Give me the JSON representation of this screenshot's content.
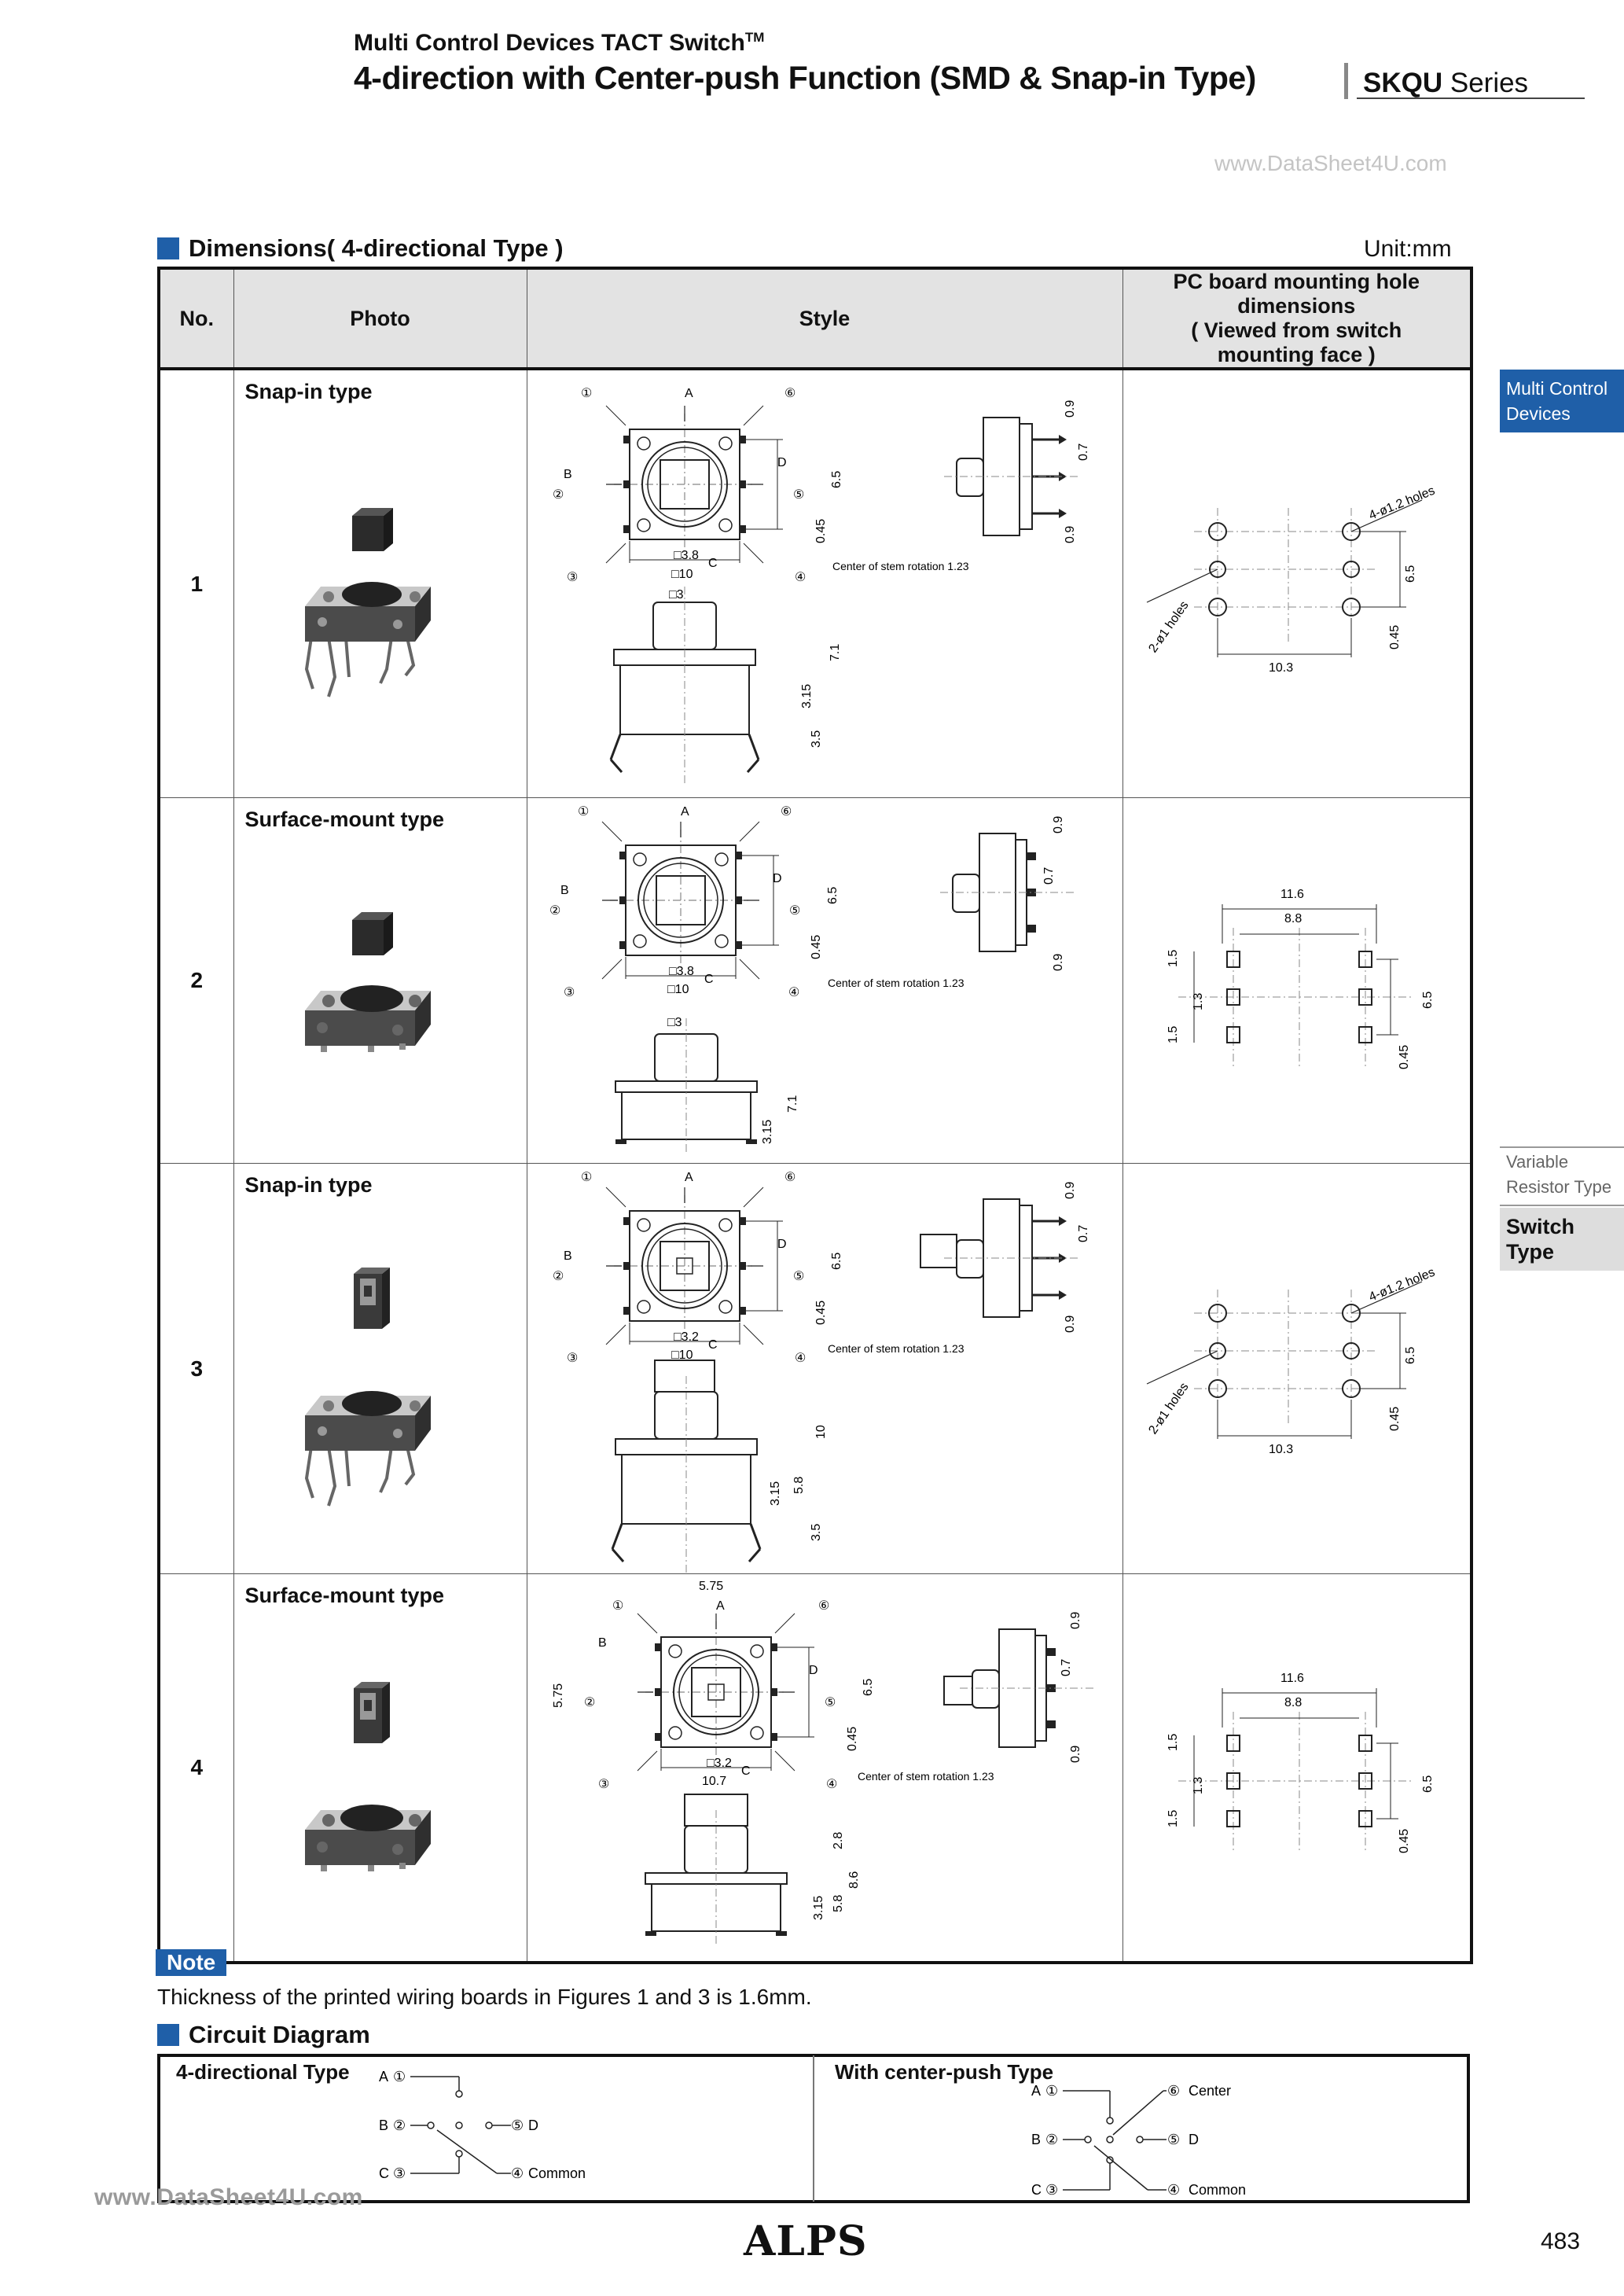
{
  "header": {
    "subtitle": "Multi Control Devices  TACT Switch",
    "tm": "TM",
    "title": "4-direction with Center-push Function (SMD & Snap-in Type)",
    "series_code": "SKQU",
    "series_word": " Series"
  },
  "watermark_top": "www.DataSheet4U.com",
  "dimensions": {
    "title": "Dimensions( 4-directional Type )",
    "unit": "Unit:mm",
    "columns": {
      "no": "No.",
      "photo": "Photo",
      "style": "Style",
      "pcb": [
        "PC board mounting hole dimensions",
        "( Viewed from switch",
        "mounting face )"
      ]
    },
    "rows": [
      {
        "no": "1",
        "type": "Snap-in type"
      },
      {
        "no": "2",
        "type": "Surface-mount type"
      },
      {
        "no": "3",
        "type": "Snap-in type"
      },
      {
        "no": "4",
        "type": "Surface-mount type"
      }
    ],
    "labels": {
      "n1": "①",
      "n2": "②",
      "n3": "③",
      "n4": "④",
      "n5": "⑤",
      "n6": "⑥",
      "A": "A",
      "B": "B",
      "C": "C",
      "D": "D",
      "d38": "□3.8",
      "d32": "□3.2",
      "d10": "□10",
      "d107": "10.7",
      "d3": "□3",
      "d575": "5.75",
      "v09": "0.9",
      "v07": "0.7",
      "v65": "6.5",
      "v045": "0.45",
      "v71": "7.1",
      "v315": "3.15",
      "v35": "3.5",
      "v10": "10",
      "v58": "5.8",
      "v28": "2.8",
      "v86": "8.6",
      "stem": "Center of stem rotation   1.23",
      "h4": "4-ø1.2 holes",
      "h2": "2-ø1 holes",
      "p103": "10.3",
      "w116": "11.6",
      "w88": "8.8",
      "v15": "1.5",
      "v13": "1.3"
    }
  },
  "side_tabs": {
    "mcd": [
      "Multi Control",
      "Devices"
    ],
    "vr": [
      "Variable",
      "Resistor Type"
    ],
    "st": [
      "Switch",
      "Type"
    ]
  },
  "note": {
    "badge": "Note",
    "text": "Thickness of the printed wiring boards in Figures 1 and 3 is 1.6mm."
  },
  "circuit": {
    "title": "Circuit Diagram",
    "left_title": "4-directional Type",
    "right_title": "With center-push Type",
    "labels": {
      "A": "A",
      "B": "B",
      "C": "C",
      "D": "D",
      "Common": "Common",
      "Center": "Center",
      "n1": "①",
      "n2": "②",
      "n3": "③",
      "n4": "④",
      "n5": "⑤",
      "n6": "⑥"
    }
  },
  "watermark_bottom": "www.DataSheet4U.com",
  "footer": {
    "logo": "ALPS",
    "page": "483"
  },
  "colors": {
    "accent": "#1f5fa8",
    "header_fill": "#e3e3e3"
  }
}
